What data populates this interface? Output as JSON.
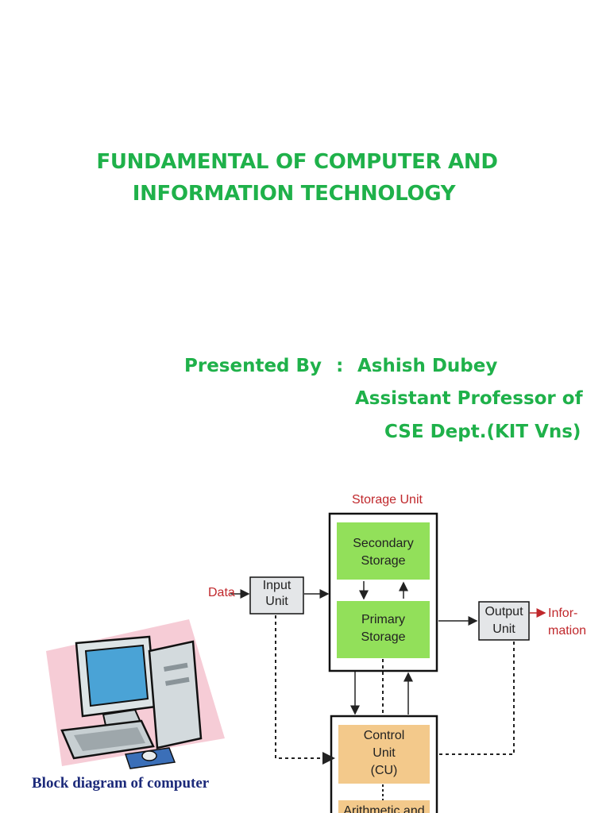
{
  "slide": {
    "title_line1": "FUNDAMENTAL OF COMPUTER AND",
    "title_line2": "INFORMATION TECHNOLOGY"
  },
  "presenter": {
    "label": "Presented By",
    "separator": ":",
    "name": "Ashish Dubey",
    "designation": "Assistant Professor of",
    "department": "CSE Dept.(KIT Vns)"
  },
  "diagram": {
    "storage_unit_label": "Storage Unit",
    "secondary_storage_line1": "Secondary",
    "secondary_storage_line2": "Storage",
    "primary_storage_line1": "Primary",
    "primary_storage_line2": "Storage",
    "input_unit_line1": "Input",
    "input_unit_line2": "Unit",
    "output_unit_line1": "Output",
    "output_unit_line2": "Unit",
    "data_label": "Data",
    "information_line1": "Infor-",
    "information_line2": "mation",
    "control_unit_line1": "Control",
    "control_unit_line2": "Unit",
    "control_unit_line3": "(CU)",
    "alu_partial": "Arithmetic and",
    "colors": {
      "green_box": "#92e05a",
      "tan_box": "#f3c98b",
      "grey_box": "#e4e6e8",
      "label_red": "#c0282c"
    }
  },
  "computer_image": {
    "caption": "Block diagram of computer"
  }
}
